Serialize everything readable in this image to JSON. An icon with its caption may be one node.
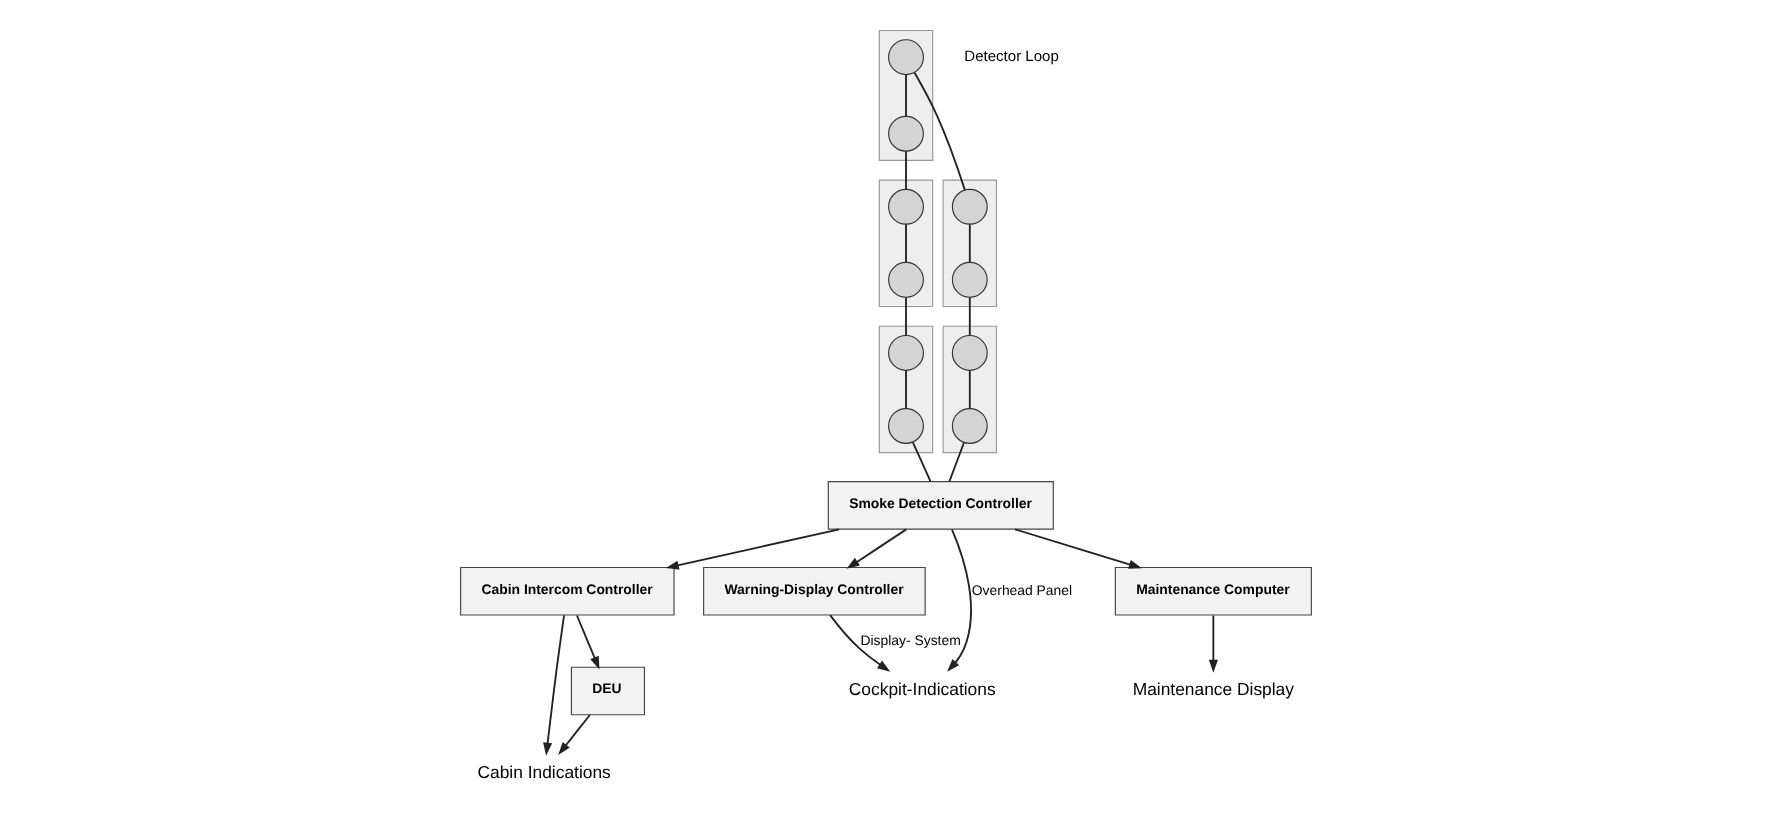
{
  "diagram": {
    "nodes": [
      {
        "text": [],
        "shape": "box"
      },
      {
        "text": [],
        "shape": "circle",
        "in": 0
      },
      {
        "text": [],
        "shape": "circle",
        "in": 0
      },
      {
        "text": [],
        "shape": "box"
      },
      {
        "text": [],
        "shape": "circle",
        "in": 3
      },
      {
        "text": [],
        "shape": "circle",
        "in": 3
      },
      {
        "text": [],
        "shape": "box"
      },
      {
        "text": [],
        "shape": "circle",
        "in": 6
      },
      {
        "text": [],
        "shape": "circle",
        "in": 6
      },
      {
        "text": [],
        "shape": "box"
      },
      {
        "text": [],
        "shape": "circle",
        "in": 9
      },
      {
        "text": [],
        "shape": "circle",
        "in": 9
      },
      {
        "text": [],
        "shape": "box"
      },
      {
        "text": [],
        "shape": "circle",
        "in": 12
      },
      {
        "text": [],
        "shape": "circle",
        "in": 12
      },
      {
        "text": [
          "Smoke Detection Controller"
        ]
      },
      {
        "text": [
          "Cabin Intercom Controller"
        ]
      },
      {
        "text": [
          "Warning-Display Controller"
        ]
      },
      {
        "text": [
          "Maintenance Computer"
        ]
      },
      {
        "text": [
          "DEU"
        ]
      },
      {
        "text": [
          "Cabin Indications"
        ]
      },
      {
        "text": [
          "Cockpit-Indications"
        ]
      },
      {
        "text": [
          "Maintenance Display"
        ]
      }
    ],
    "edges": [
      {
        "from": 7,
        "to": 1,
        "arrow": "none"
      },
      {
        "from": 1,
        "to": 2,
        "arrow": "none"
      },
      {
        "from": 2,
        "to": 4,
        "arrow": "none"
      },
      {
        "from": 4,
        "to": 5,
        "arrow": "none"
      },
      {
        "from": 5,
        "to": 15,
        "arrow": "none"
      },
      {
        "from": 7,
        "to": 8,
        "arrow": "none"
      },
      {
        "from": 8,
        "to": 10,
        "arrow": "none"
      },
      {
        "from": 10,
        "to": 11,
        "arrow": "none"
      },
      {
        "from": 11,
        "to": 13,
        "arrow": "none"
      },
      {
        "from": 13,
        "to": 14,
        "arrow": "none"
      },
      {
        "from": 14,
        "to": 15,
        "arrow": "none"
      },
      {
        "from": 15,
        "to": 16,
        "arrow": "to"
      },
      {
        "from": 15,
        "to": 17,
        "arrow": "to"
      },
      {
        "from": 15,
        "to": 21,
        "arrow": "to",
        "label": "Overhead Panel"
      },
      {
        "from": 15,
        "to": 18,
        "arrow": "to"
      },
      {
        "from": 16,
        "to": 19,
        "arrow": "to"
      },
      {
        "from": 16,
        "to": 20,
        "arrow": "to"
      },
      {
        "from": 19,
        "to": 20,
        "arrow": "to"
      },
      {
        "from": 17,
        "to": 21,
        "arrow": "to",
        "label": "Display- System"
      },
      {
        "from": 18,
        "to": 22,
        "arrow": "to"
      }
    ],
    "labels": [
      "Detector Loop"
    ]
  }
}
